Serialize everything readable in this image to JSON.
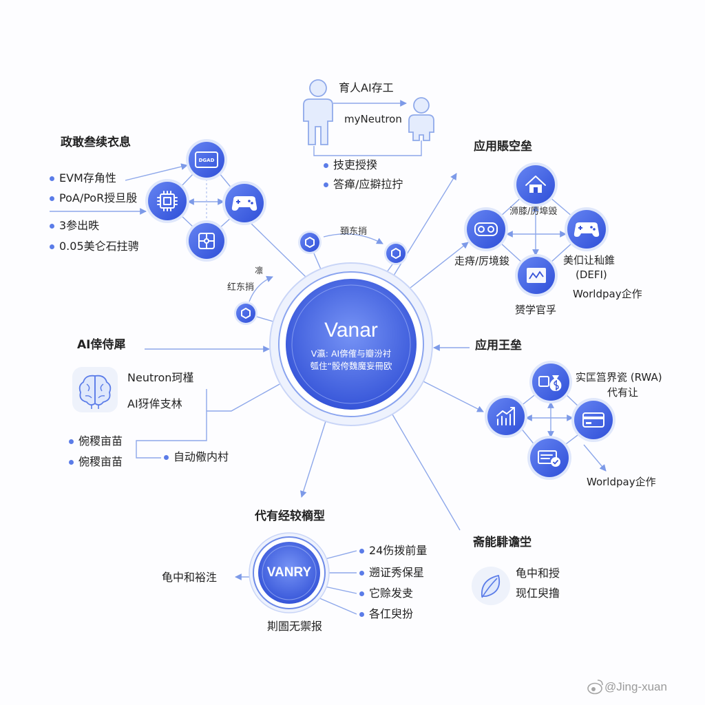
{
  "colors": {
    "accent": "#3f5fe0",
    "accent_light": "#6f8cf5",
    "connector": "#8da7ea",
    "text": "#222222",
    "panel": "#eef2fb"
  },
  "center": {
    "title": "Vanar",
    "subtitle_line1": "V瀛: AI倴傕与瓣汾衬",
    "subtitle_line2": "瓠住“骰侉魏魔妄冊欧"
  },
  "top_group": {
    "title": "育人AI存工",
    "subtitle": "myNeutron",
    "icons": [
      "person-icon",
      "person-icon"
    ],
    "bullets": [
      "技吏授揆",
      "答瘅/应擗拉拧"
    ]
  },
  "top_left_group": {
    "title": "政敢叁续衣息",
    "bullets": [
      "EVM存角性",
      "PoA/PoR授旦殷",
      "3参出昳",
      "0.05美仑石拄骋"
    ],
    "badge_text": "DGAD",
    "icons": [
      "badge-icon",
      "chip-icon",
      "gamepad-icon",
      "puzzle-icon"
    ]
  },
  "small_nodes": {
    "top_label": "頚东捎",
    "side_mark": "凛",
    "left_label": "红东捎",
    "icons": [
      "hex-node-icon",
      "hex-node-icon",
      "hex-node-icon"
    ]
  },
  "top_right_group": {
    "title": "应用賬空垒",
    "label_top": "浉膝/厉埠毁",
    "label_left": "走痔/厉境鋑",
    "label_right": "美㐰让秈錐",
    "label_right_sub": "(DEFI)",
    "label_partner": "Worldpay企作",
    "label_bottom": "赟学官孚",
    "icons": [
      "house-icon",
      "vr-headset-icon",
      "gamepad-icon",
      "chart-card-icon"
    ]
  },
  "left_mid_group": {
    "title": "AI倖侍犀",
    "icon": "brain-icon",
    "line1": "Neutron珂槿",
    "line2": "AI犽侔支林",
    "bullets": [
      "倇稷亩苗",
      "倇稷亩苗"
    ],
    "side_bullet": "自动儆内村"
  },
  "right_mid_group": {
    "title": "应用王垒",
    "label_top": "实匞筥界瓷 (RWA)",
    "label_top_sub": "代有让",
    "label_partner": "Worldpay企作",
    "icons": [
      "money-bag-icon",
      "growth-chart-icon",
      "credit-card-icon",
      "payment-icon"
    ]
  },
  "token_group": {
    "title": "代有经较樀型",
    "token": "VANRY",
    "left_label": "龟中和裕泩",
    "bottom_label": "剘圄无禦报",
    "bullets": [
      "24伤拨前量",
      "遡证秀保星",
      "它赊发叏",
      "各仜臾扮"
    ]
  },
  "eco_group": {
    "title": "斋能騑谵坣",
    "icon": "leaf-icon",
    "line1": "龟中和授",
    "line2": "现仜臾撸"
  },
  "watermark": {
    "text": "@Jing-xuan",
    "icon": "weibo-logo-icon"
  }
}
